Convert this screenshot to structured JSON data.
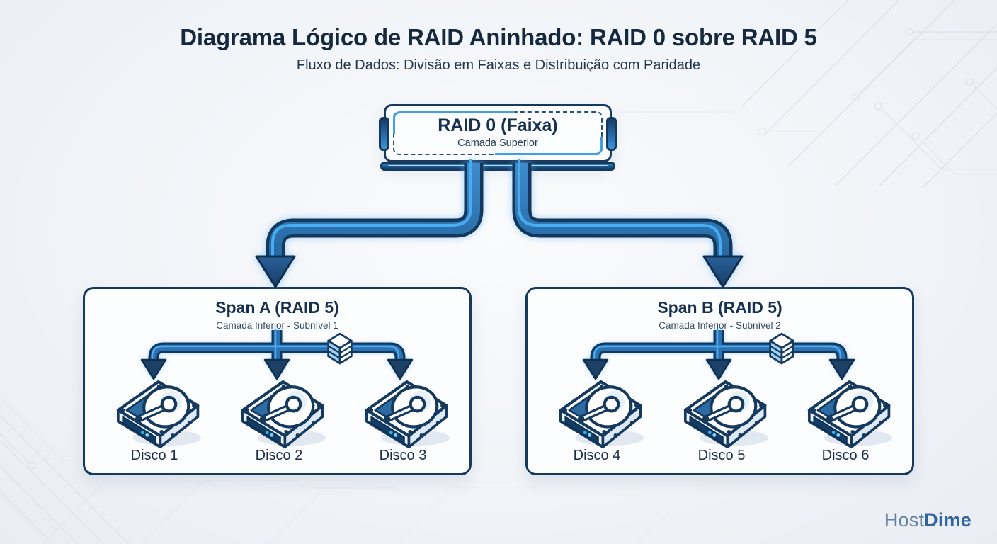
{
  "header": {
    "title": "Diagrama Lógico de RAID Aninhado: RAID 0 sobre RAID 5",
    "subtitle": "Fluxo de Dados: Divisão em Faixas e Distribuição com Paridade"
  },
  "raid0": {
    "label": "RAID 0 (Faixa)",
    "sublabel": "Camada Superior"
  },
  "spans": [
    {
      "title": "Span A (RAID 5)",
      "subtitle": "Camada Inferior - Subnível 1",
      "disks": [
        "Disco 1",
        "Disco 2",
        "Disco 3"
      ]
    },
    {
      "title": "Span B (RAID 5)",
      "subtitle": "Camada Inferior - Subnível 2",
      "disks": [
        "Disco 4",
        "Disco 5",
        "Disco 6"
      ]
    }
  ],
  "logo": {
    "host": "Host",
    "dime": "Dime"
  },
  "icons": {
    "disk": "hdd-icon",
    "parity": "parity-stack-icon",
    "branch": "arrow-down-icon"
  },
  "colors": {
    "outline_navy": "#16395e",
    "pipe_blue": "#2a72b2",
    "pipe_highlight": "#49acf0",
    "arrow_fill": "#1d4066",
    "text_dark": "#16283e",
    "box_fill": "#fcfdff",
    "background": "#f1f4f8",
    "circuit_trace": "#dbe1ea",
    "led_blue": "#2fb3f2",
    "logo_host": "#64809f",
    "logo_dime": "#2f649e"
  }
}
